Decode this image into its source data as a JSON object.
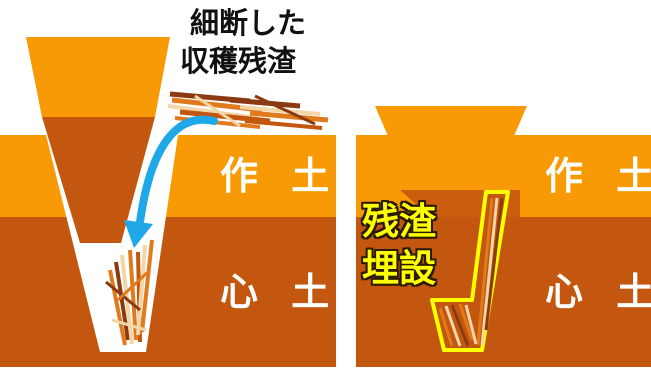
{
  "left_panel": {
    "topsoil_label": "作 土",
    "subsoil_label": "心 土",
    "caption_line1": "細断した",
    "caption_line2": "収穫残渣"
  },
  "right_panel": {
    "topsoil_label": "作 土",
    "subsoil_label": "心 土",
    "residue_label_line1": "残渣",
    "residue_label_line2": "埋設"
  },
  "colors": {
    "topsoil": "#F79A05",
    "subsoil": "#C4570F",
    "arrow": "#1FA8E8",
    "highlight": "#FFFF00",
    "residue_stick": "#E07A1C",
    "residue_light": "#F2D6A8"
  }
}
